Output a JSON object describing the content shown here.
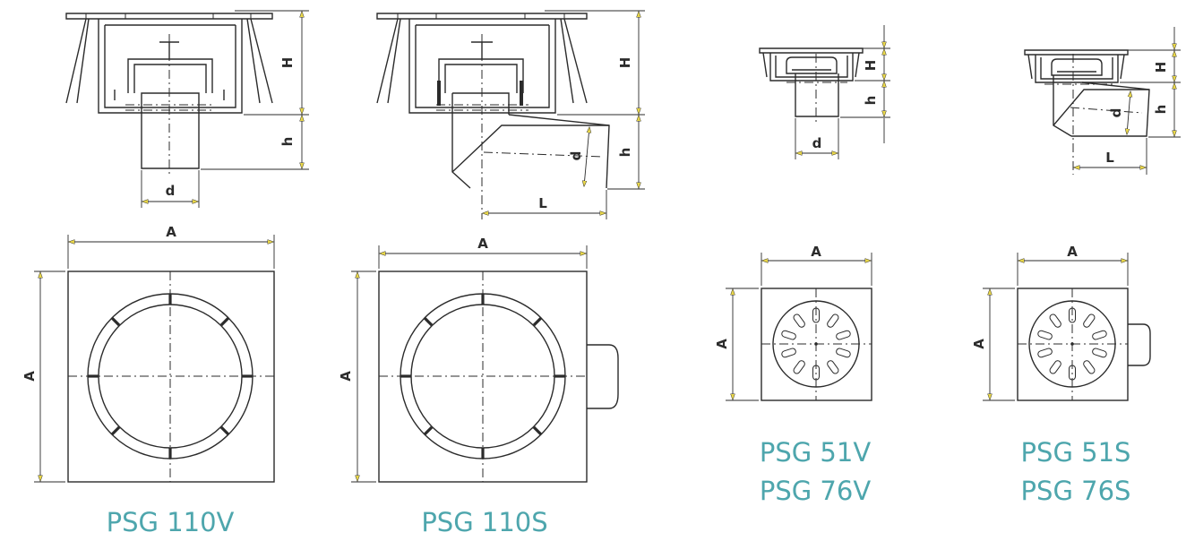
{
  "dimension_labels": {
    "H": "H",
    "h": "h",
    "d": "d",
    "L": "L",
    "A": "A"
  },
  "models": {
    "psg110v": "PSG 110V",
    "psg110s": "PSG 110S",
    "psg51v": "PSG 51V",
    "psg76v": "PSG 76V",
    "psg51s": "PSG 51S",
    "psg76s": "PSG 76S"
  },
  "colors": {
    "model_text": "#4ea6ad",
    "arrow_fill": "#e8d64a",
    "line": "#2b2b2b"
  }
}
